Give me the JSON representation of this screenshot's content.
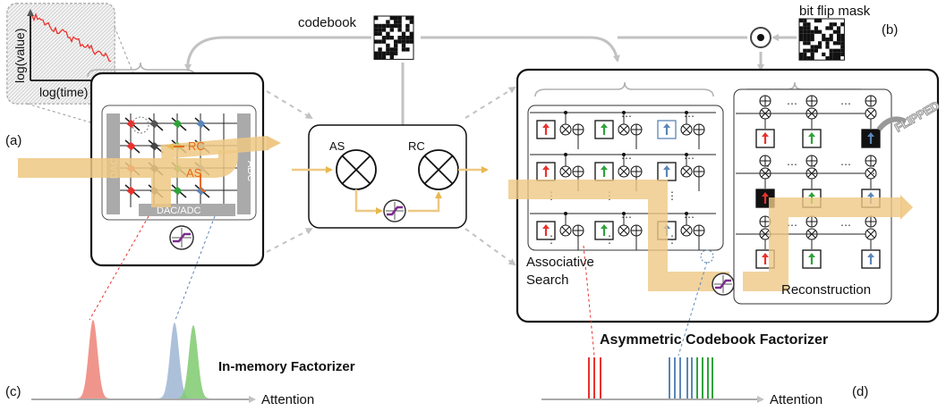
{
  "labels": {
    "codebook": "codebook",
    "bit_flip_mask": "bit flip mask",
    "panel_a": "(a)",
    "panel_b": "(b)",
    "panel_c": "(c)",
    "panel_d": "(d)",
    "inset_ylabel": "log(value)",
    "inset_xlabel": "log(time)",
    "dac": "DAC",
    "adc": "ADC",
    "dac_adc": "DAC/ADC",
    "rc_small": "RC",
    "as_small": "AS",
    "as_block": "AS",
    "rc_block": "RC",
    "associative_search_1": "Associative",
    "associative_search_2": "Search",
    "reconstruction": "Reconstruction",
    "flipped": "FLIPPED",
    "asymmetric_title": "Asymmetric Codebook Factorizer",
    "inmemory_title": "In-memory Factorizer",
    "attention_left": "Attention",
    "attention_right": "Attention",
    "dots": "⋯"
  },
  "colors": {
    "arrow_gray": "#c2c2c2",
    "flow": "#efc884",
    "red": "#e8322e",
    "green": "#2fa33a",
    "blue": "#5b86b8",
    "purple": "#7b2d8e",
    "peak_red": "#ee8a80",
    "peak_blue": "#a8bdd8",
    "peak_green": "#7fca6e"
  }
}
